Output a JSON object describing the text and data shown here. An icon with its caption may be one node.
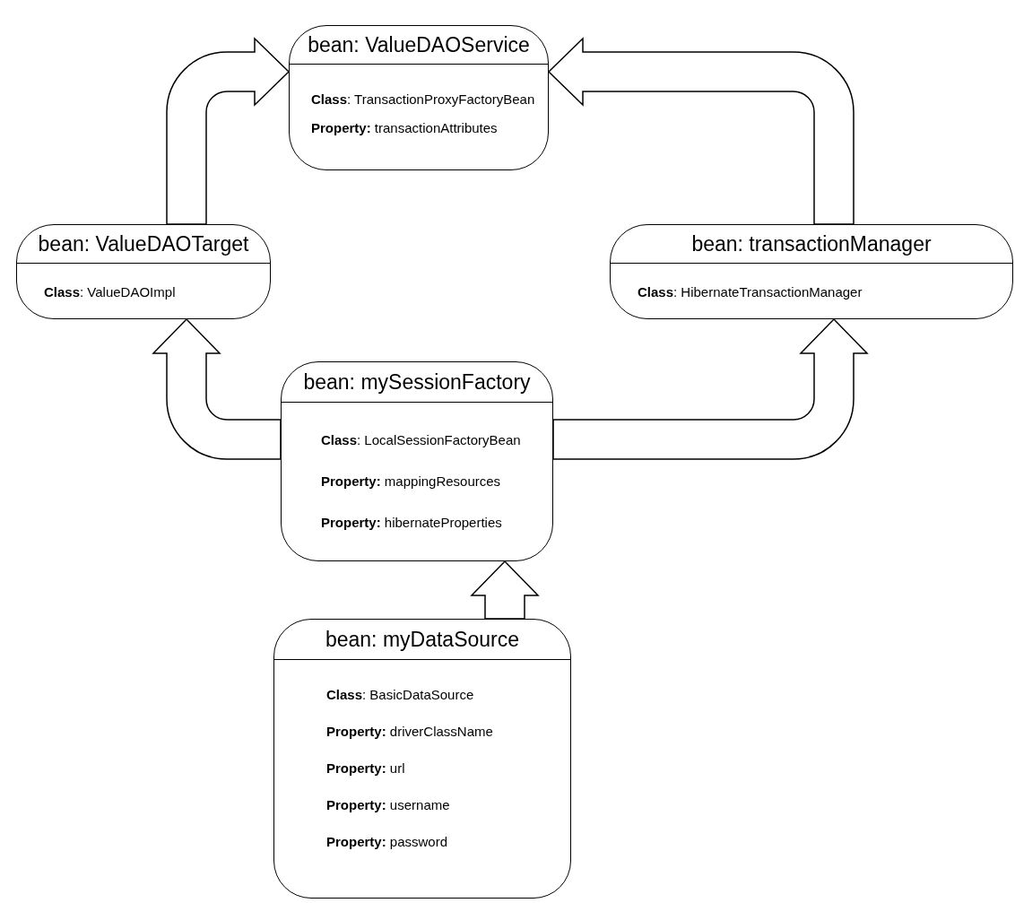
{
  "diagram": {
    "nodes": [
      {
        "text": [
          "bean: ValueDAOService",
          "**Class**: TransactionProxyFactoryBean",
          "**Property:** transactionAttributes"
        ]
      },
      {
        "text": [
          "bean: ValueDAOTarget",
          "**Class**: ValueDAOImpl"
        ]
      },
      {
        "text": [
          "bean: transactionManager",
          "**Class**: HibernateTransactionManager"
        ]
      },
      {
        "text": [
          "bean: mySessionFactory",
          "**Class**: LocalSessionFactoryBean",
          "**Property:** mappingResources",
          "**Property:** hibernateProperties"
        ]
      },
      {
        "text": [
          "bean: myDataSource",
          "**Class**: BasicDataSource",
          "**Property:** driverClassName",
          "**Property:** url",
          "**Property:** username",
          "**Property:** password"
        ]
      }
    ],
    "edges": [
      {
        "from": 1,
        "to": 0,
        "arrow": "to"
      },
      {
        "from": 2,
        "to": 0,
        "arrow": "to"
      },
      {
        "from": 3,
        "to": 1,
        "arrow": "to"
      },
      {
        "from": 3,
        "to": 2,
        "arrow": "to"
      },
      {
        "from": 4,
        "to": 3,
        "arrow": "to"
      }
    ]
  }
}
